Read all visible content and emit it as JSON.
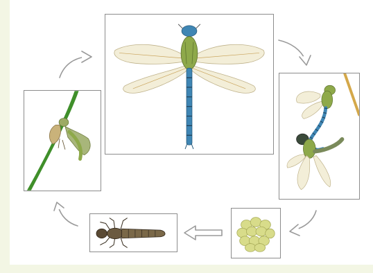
{
  "diagram": {
    "type": "life-cycle",
    "stages": [
      {
        "id": "adult",
        "icon": "adult-dragonfly-illustration"
      },
      {
        "id": "mating",
        "icon": "mating-dragonflies-illustration"
      },
      {
        "id": "eggs",
        "icon": "egg-cluster-illustration"
      },
      {
        "id": "nymph",
        "icon": "nymph-larva-illustration"
      },
      {
        "id": "emergence",
        "icon": "emerging-dragonfly-on-reed-illustration"
      }
    ],
    "flow": "clockwise",
    "colors": {
      "panel_border": "#8c8c8c",
      "arrow": "#9a9a9a",
      "body_blue": "#3f86b4",
      "thorax_green": "#8ea94a",
      "reed_green": "#3f8f2a",
      "egg_yellow": "#d8dc8a",
      "background_tint": "#f3f6e4"
    }
  }
}
